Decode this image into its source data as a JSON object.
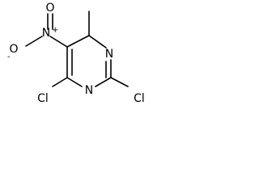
{
  "molecule": {
    "atoms": {
      "n3": "N",
      "n1": "N",
      "no2_n": "N",
      "no2_o_double": "O",
      "no2_o_single": "O",
      "cl4": "Cl",
      "cl2": "Cl"
    },
    "charges": {
      "nitro_n": "+",
      "nitro_o": "-"
    }
  }
}
